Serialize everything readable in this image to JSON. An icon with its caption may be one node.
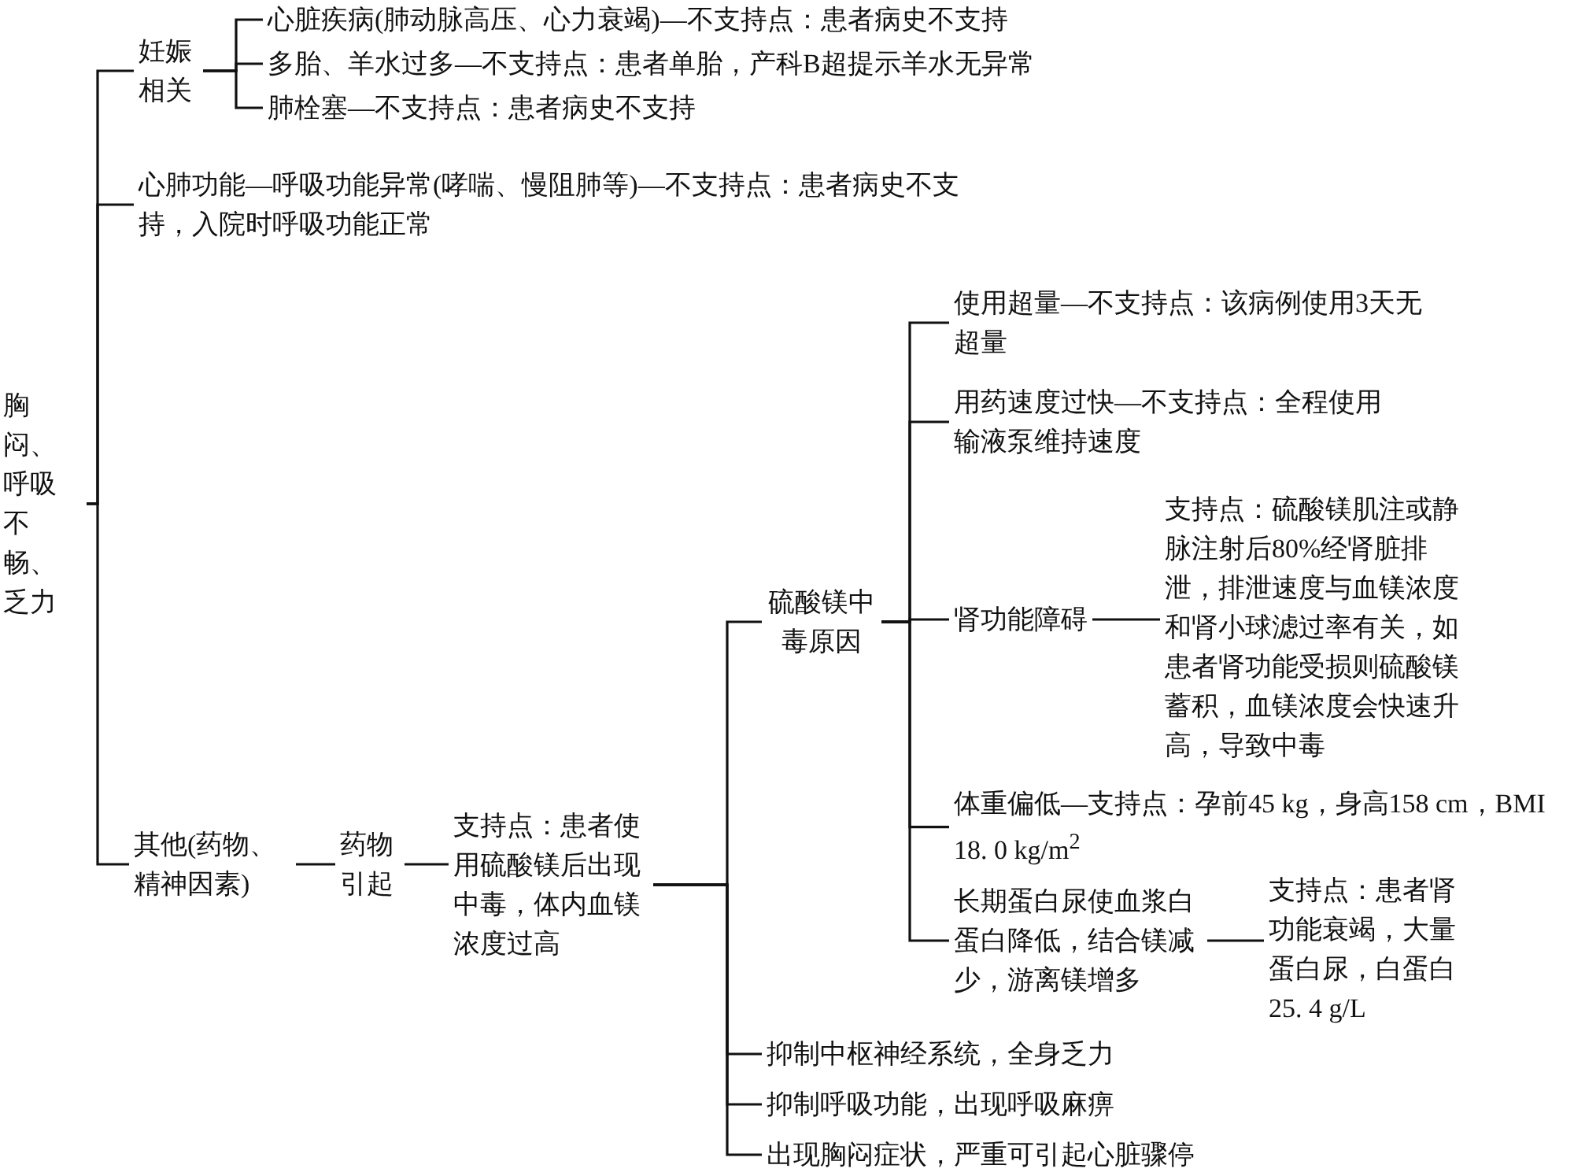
{
  "diagram": {
    "nodes": [
      {
        "text": [
          "胸闷、呼吸不畅、乏力"
        ]
      },
      {
        "text": [
          "妊娠相关"
        ]
      },
      {
        "text": [
          "心脏疾病(肺动脉高压、心力衰竭)—不支持点：患者病史不支持"
        ]
      },
      {
        "text": [
          "多胎、羊水过多—不支持点：患者单胎，产科B超提示羊水无异常"
        ]
      },
      {
        "text": [
          "肺栓塞—不支持点：患者病史不支持"
        ]
      },
      {
        "text": [
          "心肺功能—呼吸功能异常(哮喘、慢阻肺等)—不支持点：患者病史不支持，入院时呼吸功能正常"
        ]
      },
      {
        "text": [
          "其他(药物、精神因素)"
        ]
      },
      {
        "text": [
          "药物引起"
        ]
      },
      {
        "text": [
          "支持点：患者使用硫酸镁后出现中毒，体内血镁浓度过高"
        ]
      },
      {
        "text": [
          "硫酸镁中毒原因"
        ]
      },
      {
        "text": [
          "使用超量—不支持点：该病例使用3天无超量"
        ]
      },
      {
        "text": [
          "用药速度过快—不支持点：全程使用输液泵维持速度"
        ]
      },
      {
        "text": [
          "肾功能障碍"
        ]
      },
      {
        "text": [
          "支持点：硫酸镁肌注或静脉注射后80%经肾脏排泄，排泄速度与血镁浓度和肾小球滤过率有关，如患者肾功能受损则硫酸镁蓄积，血镁浓度会快速升高，导致中毒"
        ]
      },
      {
        "text": [
          "体重偏低—支持点：孕前45 kg，身高158 cm，BMI 18. 0 kg/m$^{2}$"
        ]
      },
      {
        "text": [
          "长期蛋白尿使血浆白蛋白降低，结合镁减少，游离镁增多"
        ]
      },
      {
        "text": [
          "支持点：患者肾功能衰竭，大量蛋白尿，白蛋白25. 4 g/L"
        ]
      },
      {
        "text": [
          "抑制中枢神经系统，全身乏力"
        ]
      },
      {
        "text": [
          "抑制呼吸功能，出现呼吸麻痹"
        ]
      },
      {
        "text": [
          "出现胸闷症状，严重可引起心脏骤停"
        ]
      }
    ],
    "edges": [
      {
        "from": 0,
        "to": 1,
        "arrow": "none"
      },
      {
        "from": 0,
        "to": 5,
        "arrow": "none"
      },
      {
        "from": 0,
        "to": 6,
        "arrow": "none"
      },
      {
        "from": 1,
        "to": 2,
        "arrow": "none"
      },
      {
        "from": 1,
        "to": 3,
        "arrow": "none"
      },
      {
        "from": 1,
        "to": 4,
        "arrow": "none"
      },
      {
        "from": 6,
        "to": 7,
        "arrow": "none"
      },
      {
        "from": 7,
        "to": 8,
        "arrow": "none"
      },
      {
        "from": 8,
        "to": 9,
        "arrow": "none"
      },
      {
        "from": 8,
        "to": 17,
        "arrow": "none"
      },
      {
        "from": 8,
        "to": 18,
        "arrow": "none"
      },
      {
        "from": 8,
        "to": 19,
        "arrow": "none"
      },
      {
        "from": 9,
        "to": 10,
        "arrow": "none"
      },
      {
        "from": 9,
        "to": 11,
        "arrow": "none"
      },
      {
        "from": 9,
        "to": 12,
        "arrow": "none"
      },
      {
        "from": 9,
        "to": 14,
        "arrow": "none"
      },
      {
        "from": 9,
        "to": 15,
        "arrow": "none"
      },
      {
        "from": 12,
        "to": 13,
        "arrow": "none"
      },
      {
        "from": 15,
        "to": 16,
        "arrow": "none"
      }
    ]
  }
}
